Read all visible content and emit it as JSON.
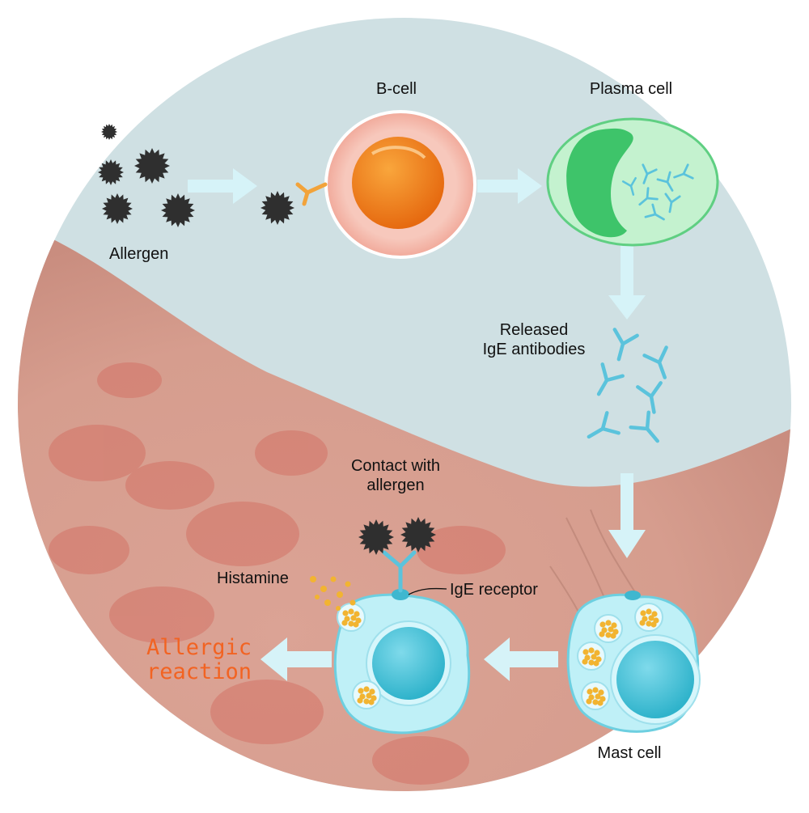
{
  "labels": {
    "allergen": "Allergen",
    "b_cell": "B-cell",
    "plasma_cell": "Plasma cell",
    "released_line1": "Released",
    "released_line2": "IgE antibodies",
    "contact_line1": "Contact with",
    "contact_line2": "allergen",
    "histamine": "Histamine",
    "ige_receptor": "IgE receptor",
    "allergic_line1": "Allergic",
    "allergic_line2": "reaction",
    "mast_cell": "Mast cell"
  },
  "colors": {
    "sky": "#cfe0e3",
    "skin": "#d9a494",
    "rash": "#d2695d",
    "arrow": "#d6f3f8",
    "allergen": "#2f2f2f",
    "antibody": "#5bc3dc",
    "b_cell_outer": "#f7c5b8",
    "b_cell_nucleus": "#f08a1c",
    "plasma_outer": "#c4f2cf",
    "plasma_nucleus": "#3ec46a",
    "mast_cell": "#bff0f7",
    "mast_nucleus": "#48c7dc",
    "granule": "#f2b431",
    "reaction_text": "#f26322"
  }
}
